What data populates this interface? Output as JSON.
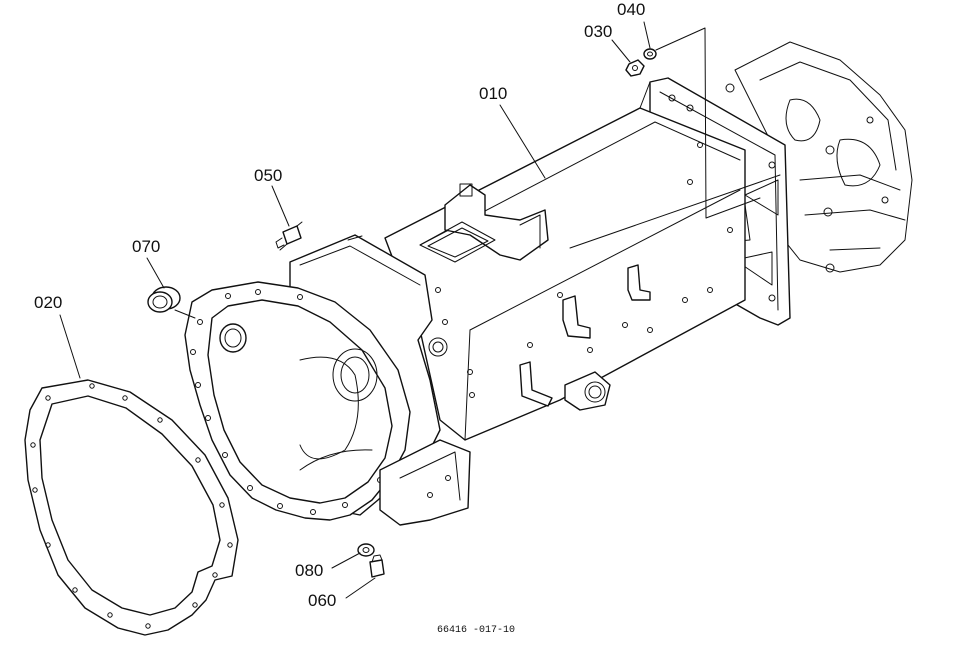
{
  "callouts": [
    {
      "id": "010",
      "label": "010"
    },
    {
      "id": "020",
      "label": "020"
    },
    {
      "id": "030",
      "label": "030"
    },
    {
      "id": "040",
      "label": "040"
    },
    {
      "id": "050",
      "label": "050"
    },
    {
      "id": "060",
      "label": "060"
    },
    {
      "id": "070",
      "label": "070"
    },
    {
      "id": "080",
      "label": "080"
    }
  ],
  "drawing_code": "66416 -017-10"
}
